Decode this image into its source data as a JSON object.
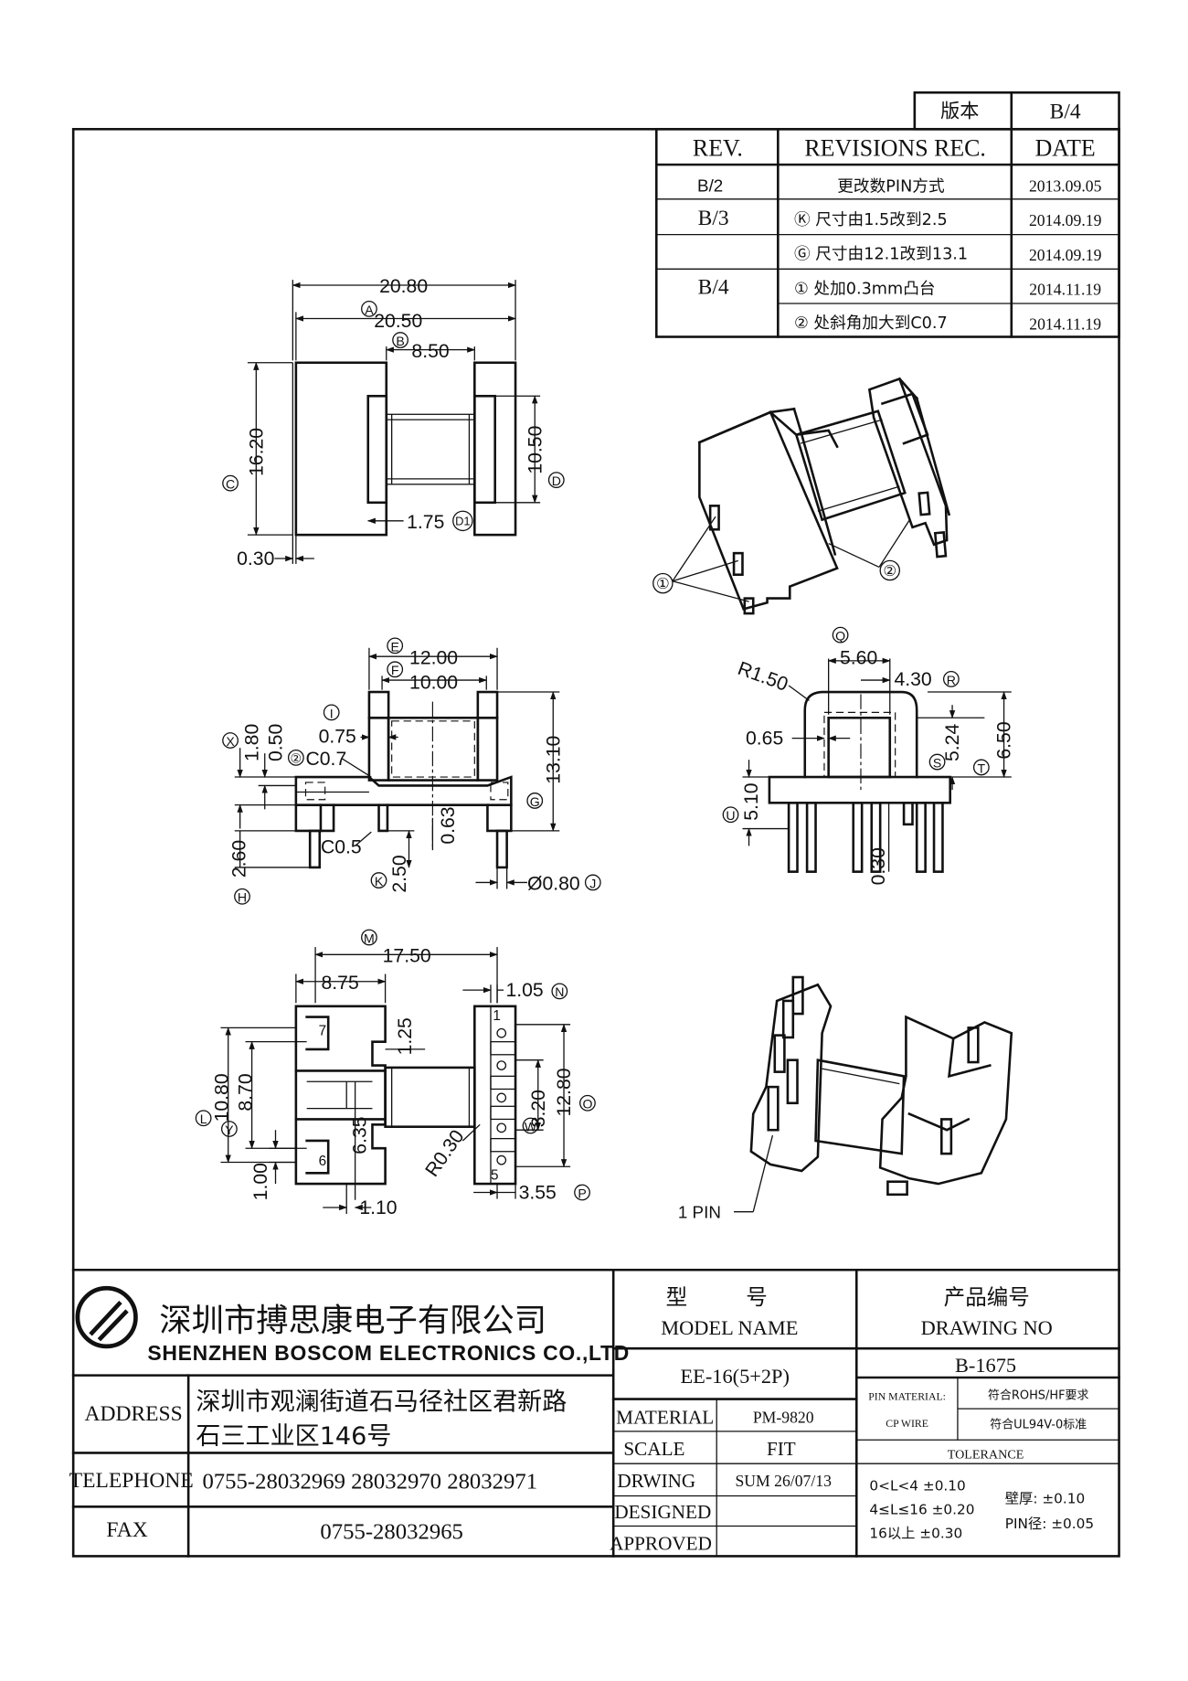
{
  "version_box": {
    "label": "版本",
    "value": "B/4"
  },
  "revisions": {
    "headers": {
      "rev": "REV.",
      "rec": "REVISIONS REC.",
      "date": "DATE"
    },
    "rows": [
      {
        "rev": "B/2",
        "rec": "更改数PIN方式",
        "date": "2013.09.05"
      },
      {
        "rev": "B/3",
        "rec": "Ⓚ 尺寸由1.5改到2.5",
        "date": "2014.09.19"
      },
      {
        "rev": "",
        "rec": "Ⓖ 尺寸由12.1改到13.1",
        "date": "2014.09.19"
      },
      {
        "rev": "B/4",
        "rec": "① 处加0.3mm凸台",
        "date": "2014.11.19"
      },
      {
        "rev": "",
        "rec": "② 处斜角加大到C0.7",
        "date": "2014.11.19"
      }
    ]
  },
  "view_top": {
    "dim_overall": "20.80",
    "dim_a": "20.50",
    "dim_b": "8.50",
    "dim_c": "16.20",
    "dim_d": "10.50",
    "dim_d1": "1.75",
    "dim_ledge": "0.30",
    "mark_a": "A",
    "mark_b": "B",
    "mark_c": "C",
    "mark_d": "D",
    "mark_d1": "D1"
  },
  "view_front": {
    "dim_e": "12.00",
    "dim_f": "10.00",
    "dim_i": "0.75",
    "chamfer_2": "C0.7",
    "dim_x": "1.80",
    "dim_050": "0.50",
    "dim_g": "13.10",
    "chamfer_05": "C0.5",
    "dim_063": "0.63",
    "dim_h": "2.60",
    "dim_k": "2.50",
    "dim_j": "Ø0.80",
    "mark_e": "E",
    "mark_f": "F",
    "mark_i": "I",
    "mark_x": "X",
    "mark_g": "G",
    "mark_h": "H",
    "mark_k": "K",
    "mark_j": "J",
    "callout_2": "②"
  },
  "view_side": {
    "dim_r": "R1.50",
    "dim_q": "5.60",
    "dim_r2": "4.30",
    "dim_065": "0.65",
    "dim_s": "5.24",
    "dim_t": "6.50",
    "dim_u": "5.10",
    "dim_030": "0.30",
    "mark_q": "Q",
    "mark_r": "R",
    "mark_s": "S",
    "mark_t": "T",
    "mark_u": "U"
  },
  "view_bottom": {
    "dim_m": "17.50",
    "dim_875": "8.75",
    "dim_n": "1.05",
    "dim_125": "1.25",
    "dim_l": "10.80",
    "dim_870": "8.70",
    "dim_w": "3.20",
    "dim_o": "12.80",
    "dim_y": "6.35",
    "dim_100": "1.00",
    "dim_r030": "R0.30",
    "dim_110": "1.10",
    "dim_p": "3.55",
    "mark_m": "M",
    "mark_n": "N",
    "mark_l": "L",
    "mark_y": "Y",
    "mark_w": "W",
    "mark_o": "O",
    "mark_p": "P",
    "pin_1": "1",
    "pin_5": "5",
    "pin_6": "6",
    "pin_7": "7"
  },
  "iso_views": {
    "callout_1": "①",
    "callout_2": "②",
    "pin_label": "1 PIN"
  },
  "title_block": {
    "company_cn": "深圳市搏思康电子有限公司",
    "company_en": "SHENZHEN BOSCOM ELECTRONICS CO.,LTD",
    "model_cn": "型 号",
    "model_en": "MODEL NAME",
    "model_value": "EE-16(5+2P)",
    "drawing_cn": "产品编号",
    "drawing_en": "DRAWING NO",
    "drawing_value": "B-1675",
    "address_label": "ADDRESS",
    "address_line1": "深圳市观澜街道石马径社区君新路",
    "address_line2": "石三工业区146号",
    "telephone_label": "TELEPHONE",
    "telephone_value": "0755-28032969 28032970 28032971",
    "fax_label": "FAX",
    "fax_value": "0755-28032965",
    "material_label": "MATERIAL",
    "material_value": "PM-9820",
    "scale_label": "SCALE",
    "scale_value": "FIT",
    "drawing_label": "DRWING",
    "drawing_date": "SUM 26/07/13",
    "designed_label": "DESIGNED",
    "approved_label": "APPROVED",
    "pin_material_label": "PIN MATERIAL:",
    "pin_material_value": "符合ROHS/HF要求",
    "cp_wire_label": "CP WIRE",
    "cp_wire_value": "符合UL94V-0标准",
    "tolerance_label": "TOLERANCE",
    "tol_1": "0<L<4 ±0.10",
    "tol_2": "4≤L≤16 ±0.20",
    "tol_3": "16以上 ±0.30",
    "wall_tol": "壁厚: ±0.10",
    "pin_tol": "PIN径: ±0.05"
  }
}
